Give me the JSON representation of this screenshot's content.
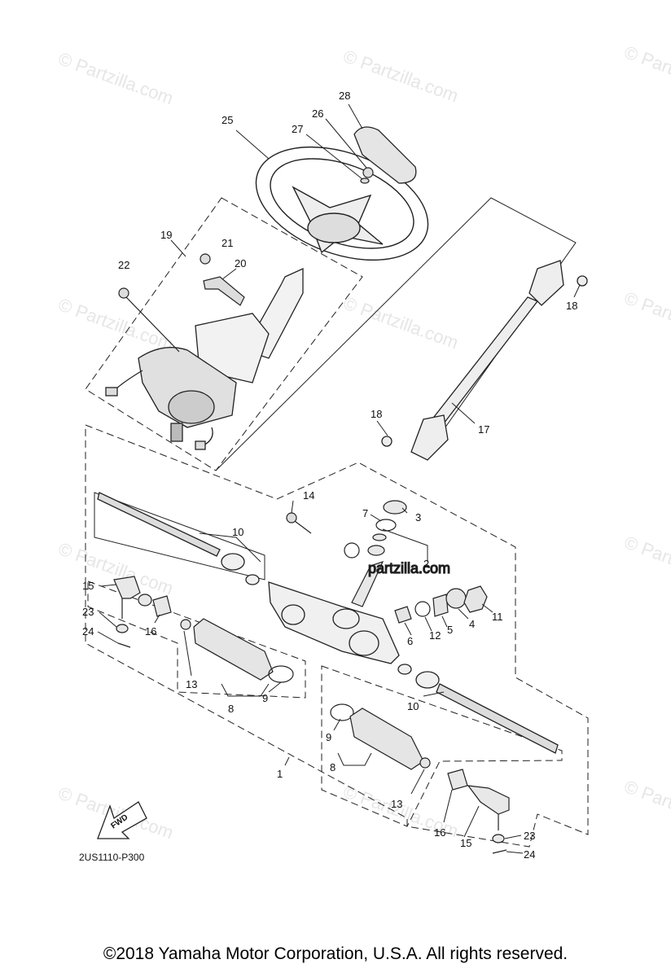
{
  "watermark": "© Partzilla.com",
  "inline_mark": "partzilla.com",
  "diagram_code": "2US1110-P300",
  "fwd_label": "FWD",
  "copyright": "©2018  Yamaha Motor Corporation, U.S.A. All rights reserved.",
  "callouts": {
    "c1": "1",
    "c2": "2",
    "c3": "3",
    "c4": "4",
    "c5": "5",
    "c6": "6",
    "c7": "7",
    "c8a": "8",
    "c8b": "8",
    "c9a": "9",
    "c9b": "9",
    "c10a": "10",
    "c10b": "10",
    "c11": "11",
    "c12": "12",
    "c13a": "13",
    "c13b": "13",
    "c14": "14",
    "c15a": "15",
    "c15b": "15",
    "c16a": "16",
    "c16b": "16",
    "c17": "17",
    "c18a": "18",
    "c18b": "18",
    "c19": "19",
    "c20": "20",
    "c21": "21",
    "c22": "22",
    "c23a": "23",
    "c23b": "23",
    "c24a": "24",
    "c24b": "24",
    "c25": "25",
    "c26": "26",
    "c27": "27",
    "c28": "28"
  }
}
